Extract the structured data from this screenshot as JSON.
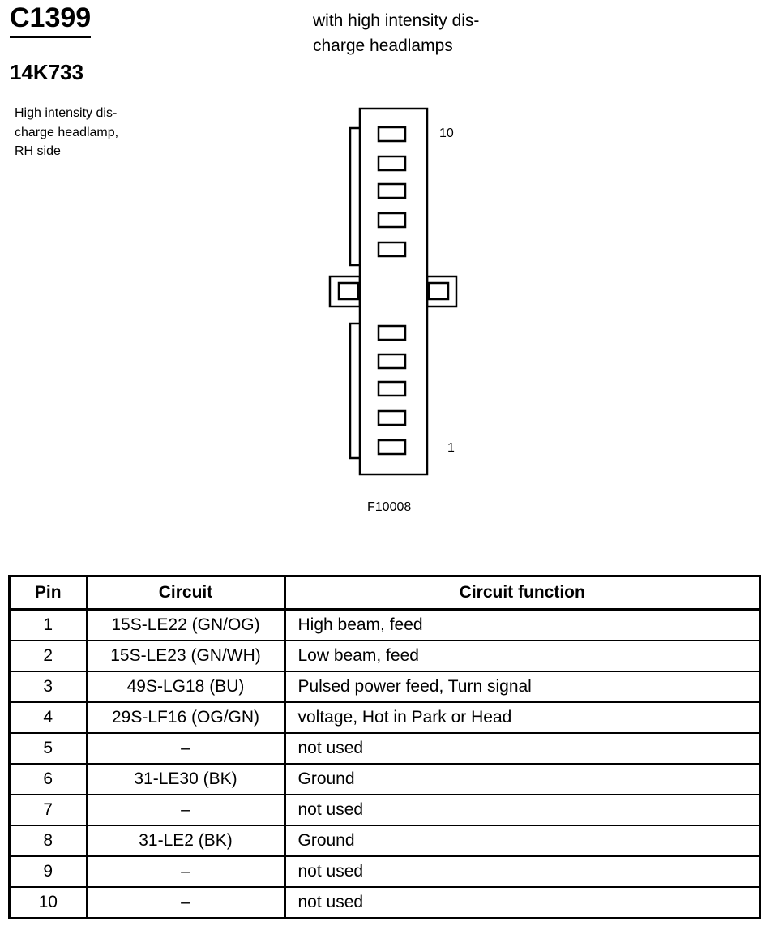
{
  "header": {
    "connector_id": "C1399",
    "part_number": "14K733",
    "description_lines": [
      "High intensity dis-",
      "charge headlamp,",
      "RH side"
    ],
    "variant_lines": [
      "with high intensity dis-",
      "charge headlamps"
    ]
  },
  "diagram": {
    "pin_top_label": "10",
    "pin_bottom_label": "1",
    "figure_code": "F10008"
  },
  "table": {
    "headers": [
      "Pin",
      "Circuit",
      "Circuit function"
    ],
    "rows": [
      {
        "pin": "1",
        "circuit": "15S-LE22 (GN/OG)",
        "function": "High beam, feed"
      },
      {
        "pin": "2",
        "circuit": "15S-LE23 (GN/WH)",
        "function": "Low beam, feed"
      },
      {
        "pin": "3",
        "circuit": "49S-LG18 (BU)",
        "function": "Pulsed power feed, Turn signal"
      },
      {
        "pin": "4",
        "circuit": "29S-LF16 (OG/GN)",
        "function": "voltage, Hot in Park or Head"
      },
      {
        "pin": "5",
        "circuit": "–",
        "function": "not used"
      },
      {
        "pin": "6",
        "circuit": "31-LE30 (BK)",
        "function": "Ground"
      },
      {
        "pin": "7",
        "circuit": "–",
        "function": "not used"
      },
      {
        "pin": "8",
        "circuit": "31-LE2 (BK)",
        "function": "Ground"
      },
      {
        "pin": "9",
        "circuit": "–",
        "function": "not used"
      },
      {
        "pin": "10",
        "circuit": "–",
        "function": "not used"
      }
    ]
  }
}
